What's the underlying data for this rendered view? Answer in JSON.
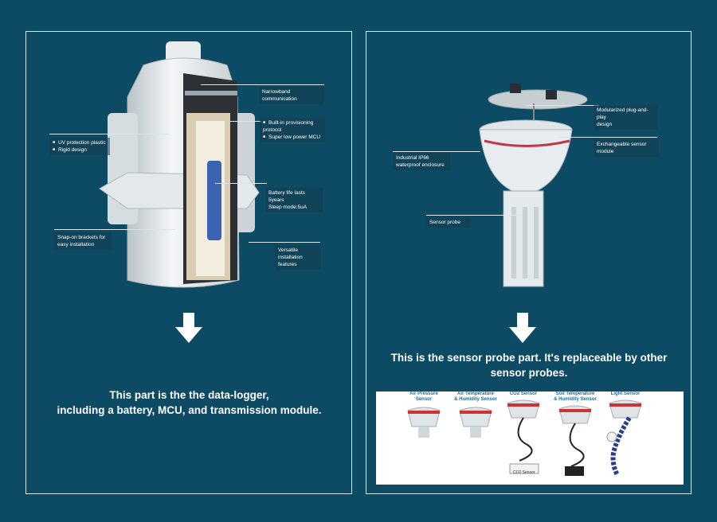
{
  "left": {
    "callouts": {
      "narrowband": "Narrowband communication",
      "provisioning": "Built-in provisioning protocol",
      "mcu": "Super low power MCU",
      "uv": "UV protection plastic",
      "rigid": "Rigid design",
      "battery1": "Battery life lasts 5years",
      "battery2": "Sleep mode:5uA",
      "snap1": "Snap-on brackets for",
      "snap2": "easy installation",
      "versatile1": "Versatile installation",
      "versatile2": "features"
    },
    "caption_line1": "This part is the the data-logger,",
    "caption_line2": "including a battery, MCU, and transmission module."
  },
  "right": {
    "callouts": {
      "modular1": "Modularized plug-and-play",
      "modular2": "design",
      "exchangeable": "Exchangeable sensor module",
      "ip66_1": "Industrial IP66",
      "ip66_2": "waterproof enclosure",
      "probe": "Sensor probe"
    },
    "caption_line1": "This is the sensor probe part. It's replaceable by other",
    "caption_line2": "sensor probes.",
    "probes": [
      {
        "title1": "Air Pressure",
        "title2": "Sensor"
      },
      {
        "title1": "Air Temperature",
        "title2": "& Humidity Sensor"
      },
      {
        "title1": "CO2 Sensor",
        "title2": ""
      },
      {
        "title1": "Soil Temperature",
        "title2": "& Humidity Sensor"
      },
      {
        "title1": "Light Sensor",
        "title2": ""
      }
    ],
    "co2_box_label": "CO2 Sensor"
  }
}
